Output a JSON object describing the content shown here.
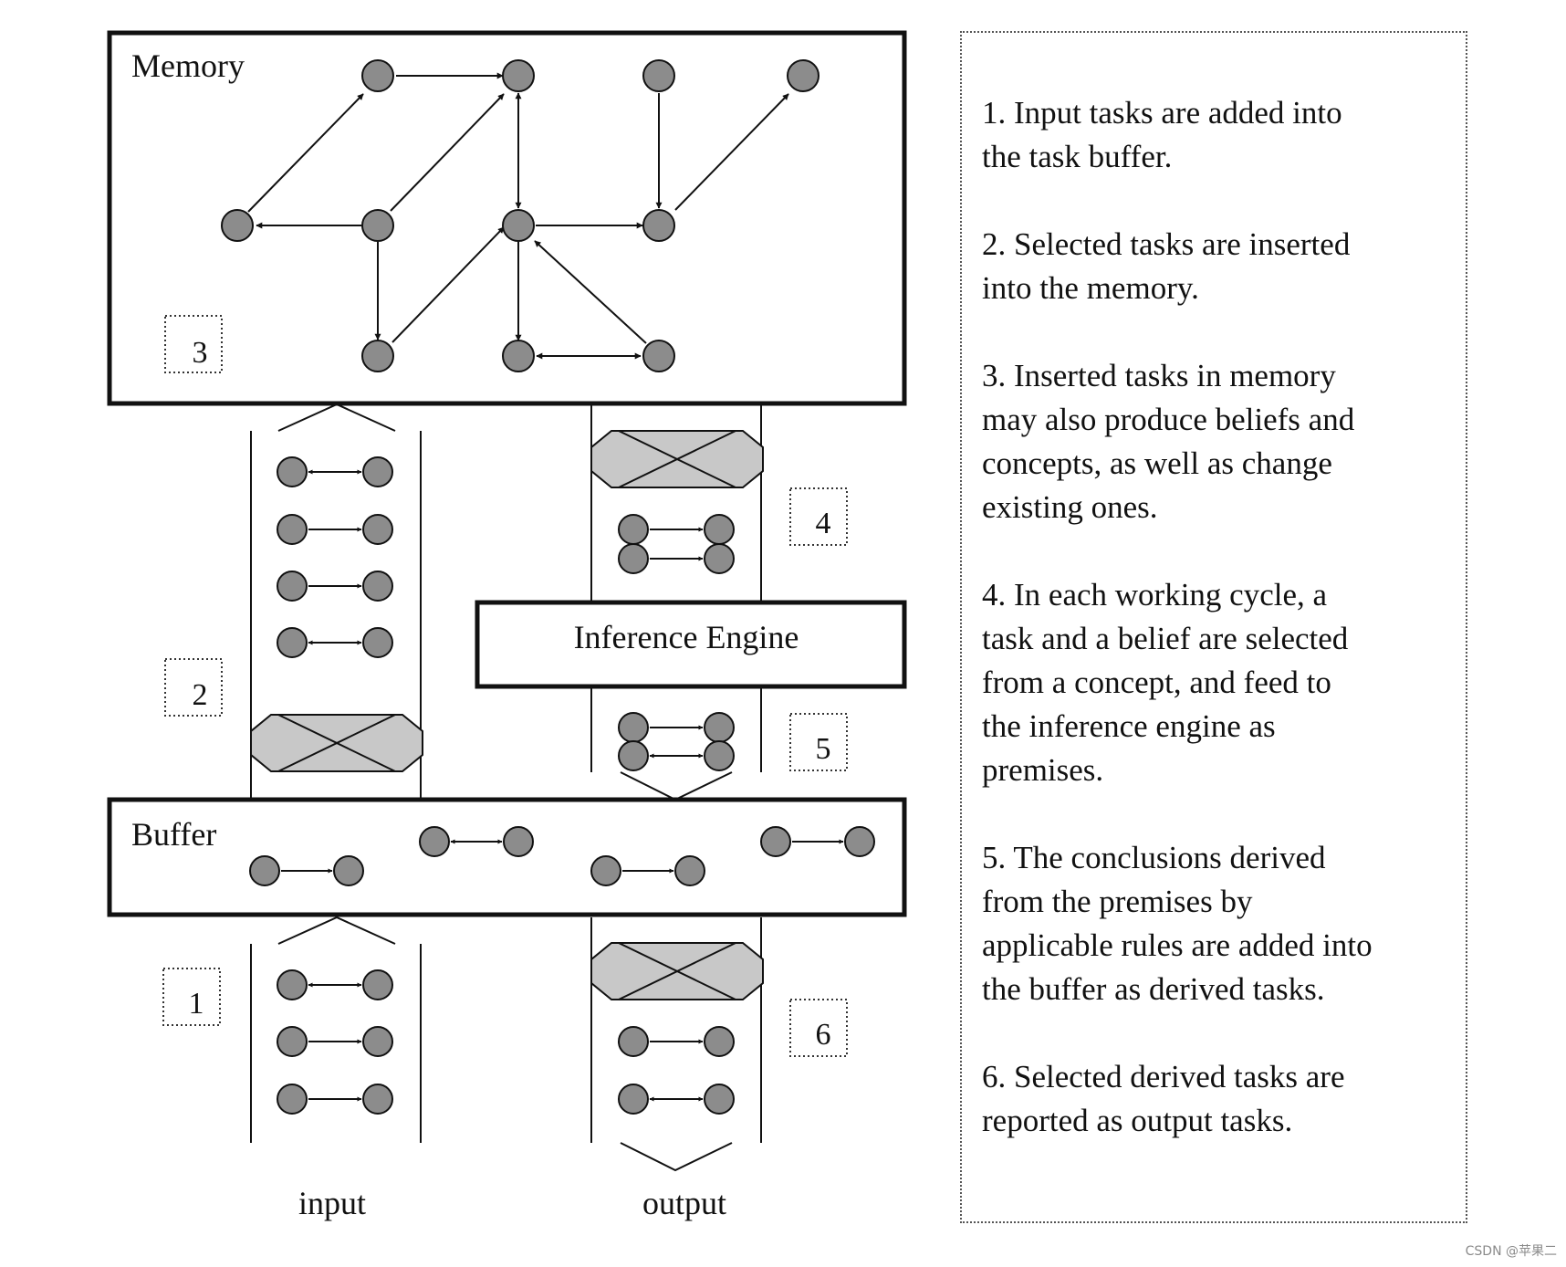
{
  "diagram": {
    "memory_label": "Memory",
    "buffer_label": "Buffer",
    "engine_label": "Inference Engine",
    "input_label": "input",
    "output_label": "output",
    "step_markers": [
      "1",
      "2",
      "3",
      "4",
      "5",
      "6"
    ]
  },
  "steps": [
    "1. Input tasks are added into\nthe task buffer.",
    "2. Selected tasks are inserted\ninto the memory.",
    "3. Inserted tasks in memory\nmay also produce beliefs and\nconcepts, as well as change\nexisting ones.",
    "4. In each working cycle, a\ntask and a belief are selected\nfrom a concept, and feed to\nthe inference engine as\npremises.",
    "5. The conclusions derived\nfrom the premises by\napplicable rules are added into\nthe buffer as derived tasks.",
    "6. Selected derived tasks are\nreported as output tasks."
  ],
  "watermark": "CSDN @苹果二",
  "colors": {
    "node_fill": "#8c8c8c",
    "gate_fill": "#c8c8c8",
    "stroke": "#111111"
  }
}
